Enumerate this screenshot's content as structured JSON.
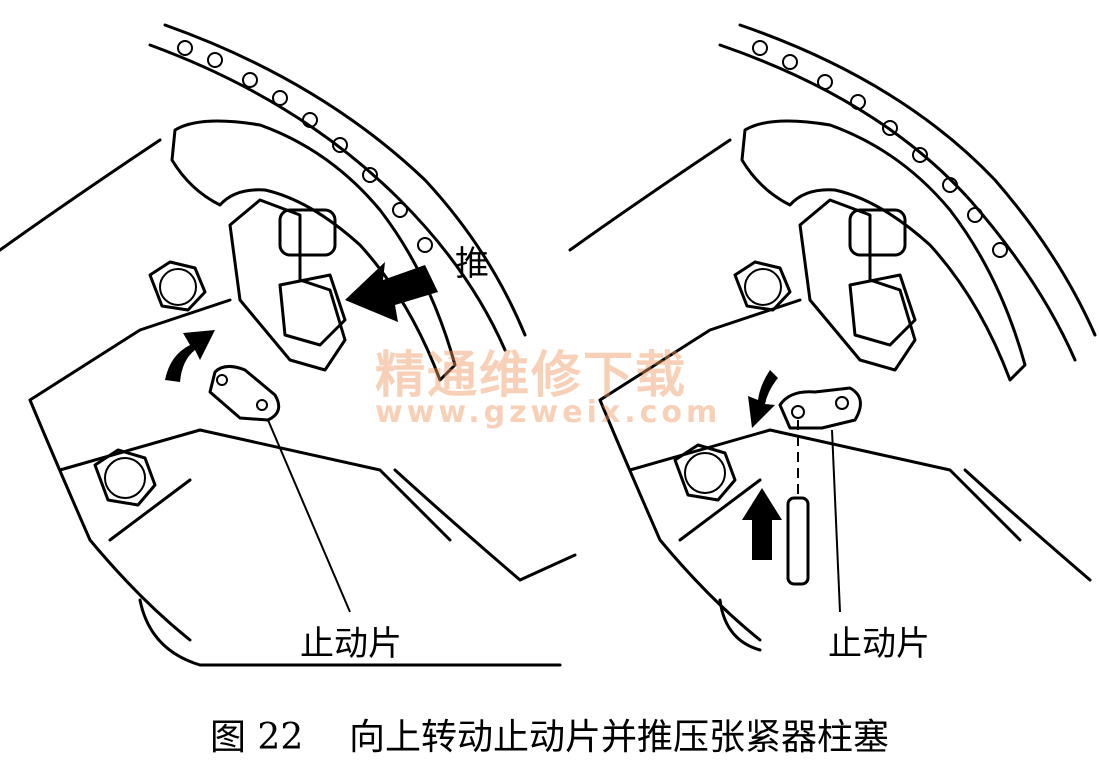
{
  "left_panel": {
    "push_label": "推",
    "stopper_label": "止动片"
  },
  "right_panel": {
    "stopper_label": "止动片"
  },
  "watermark": {
    "title": "精通维修下载",
    "url": "www.gzweix.com"
  },
  "caption": "图 22    向上转动止动片并推压张紧器柱塞"
}
